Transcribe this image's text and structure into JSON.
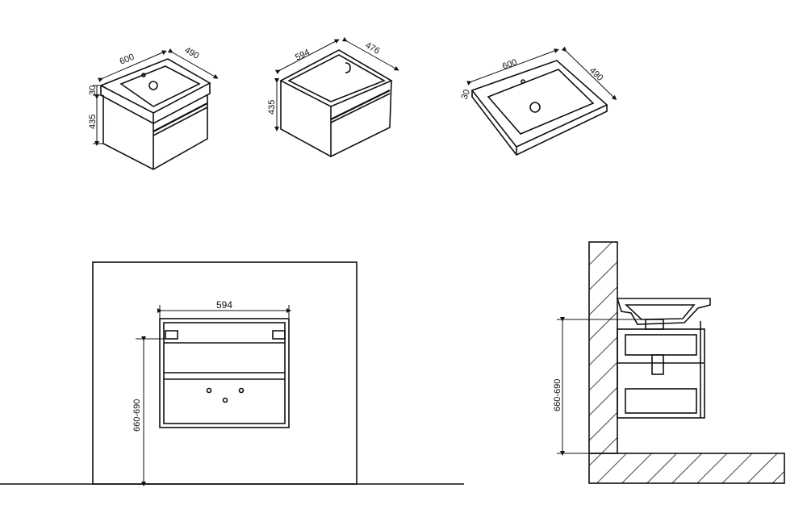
{
  "views": {
    "iso_vanity": {
      "width": "600",
      "depth": "490",
      "basin_height": "30",
      "cabinet_height": "435"
    },
    "iso_cabinet": {
      "width": "594",
      "depth": "476",
      "height": "435"
    },
    "iso_basin": {
      "width": "600",
      "depth": "490",
      "height": "30"
    },
    "front": {
      "width": "594",
      "mount_height": "660-690"
    },
    "side": {
      "mount_height": "660-690"
    }
  }
}
